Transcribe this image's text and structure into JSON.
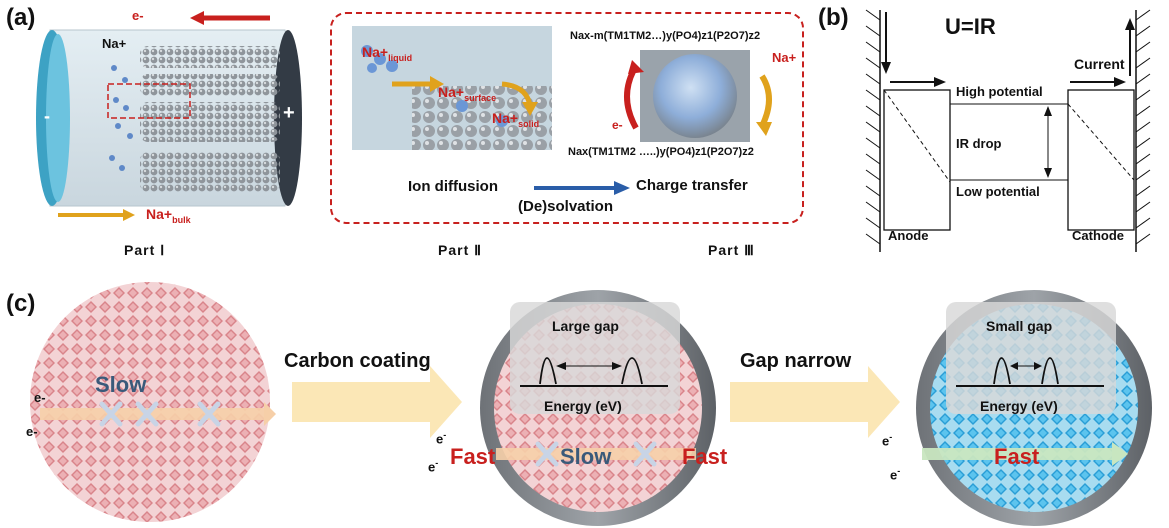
{
  "panels": {
    "a": {
      "tag": "(a)",
      "electron": "e-",
      "na_plus": "Na+",
      "na_bulk_base": "Na+",
      "na_bulk_sub": "bulk",
      "minus": "-",
      "plus": "+",
      "inset": {
        "na_liquid_base": "Na+",
        "na_liquid_sub": "liquid",
        "na_surface_base": "Na+",
        "na_surface_sub": "surface",
        "na_solid_base": "Na+",
        "na_solid_sub": "solid",
        "formula_top": "Nax-m(TM1TM2…)y(PO4)z1(P2O7)z2",
        "formula_bottom": "Nax(TM1TM2 …..)y(PO4)z1(P2O7)z2",
        "na_right": "Na+",
        "e_left": "e-",
        "ion_diffusion": "Ion diffusion",
        "charge_transfer": "Charge transfer",
        "desolvation": "(De)solvation"
      },
      "parts": [
        "Part Ⅰ",
        "Part Ⅱ",
        "Part Ⅲ"
      ]
    },
    "b": {
      "tag": "(b)",
      "title": "U=IR",
      "current": "Current",
      "high": "High potential",
      "ir_drop": "IR drop",
      "low": "Low potential",
      "anode": "Anode",
      "cathode": "Cathode"
    },
    "c": {
      "tag": "(c)",
      "slow": "Slow",
      "e1": "e-",
      "e2": "e-",
      "arrow1": "Carbon coating",
      "large_gap": "Large gap",
      "energy1": "Energy (eV)",
      "fast1": "Fast",
      "slow2": "Slow",
      "fast2": "Fast",
      "arrow2": "Gap narrow",
      "small_gap": "Small gap",
      "energy2": "Energy (eV)",
      "fast3": "Fast"
    }
  },
  "colors": {
    "red": "#c8201e",
    "pink": "#e8a4a8",
    "blue": "#3fb4e4",
    "gold": "#e0a21c",
    "arrow_cream": "#fbe7b6"
  }
}
